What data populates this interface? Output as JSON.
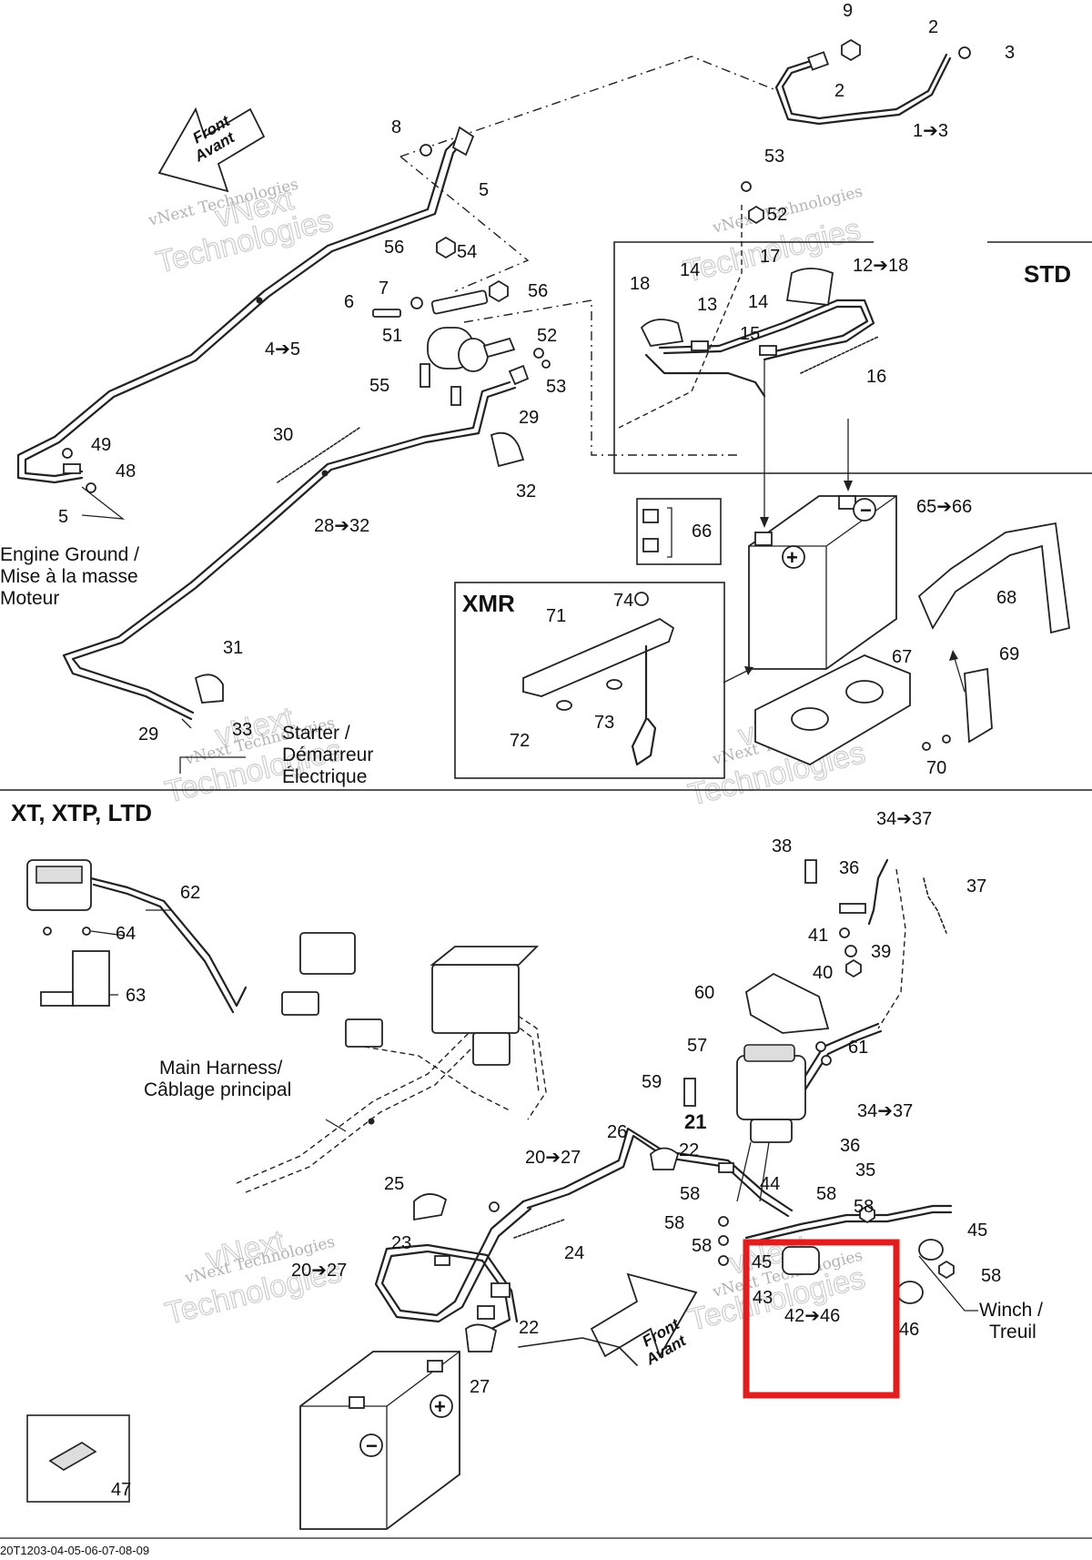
{
  "sections": {
    "std": "STD",
    "xmr": "XMR",
    "xt": "XT, XTP, LTD"
  },
  "front_arrow": {
    "line1": "Front",
    "line2": "Avant"
  },
  "notes": {
    "engine_ground": [
      "Engine Ground /",
      "Mise à la masse",
      "Moteur"
    ],
    "starter": [
      "Starter /",
      "Démarreur",
      "Électrique"
    ],
    "main_harness": [
      "Main Harness/",
      "Câblage principal"
    ],
    "winch": [
      "Winch /",
      "Treuil"
    ]
  },
  "watermark": {
    "small": "vNext Technologies",
    "large_1": "vNext",
    "large_2": "Technologies"
  },
  "footer_code": "20T1203-04-05-06-07-08-09",
  "callouts": {
    "c1": "9",
    "c2": "2",
    "c3": "3",
    "c4": "2",
    "c5": "1➔3",
    "c6": "8",
    "c7": "5",
    "c8": "53",
    "c9": "52",
    "c10": "56",
    "c11": "54",
    "c12": "7",
    "c13": "6",
    "c14": "56",
    "c15": "51",
    "c16": "52",
    "c17": "53",
    "c18": "55",
    "c19": "29",
    "c20": "4➔5",
    "c21": "17",
    "c22": "12➔18",
    "c23": "18",
    "c24": "14",
    "c25": "13",
    "c26": "14",
    "c27": "15",
    "c28": "16",
    "c29": "30",
    "c30": "49",
    "c31": "48",
    "c32": "5",
    "c33": "32",
    "c34": "28➔32",
    "c35": "66",
    "c36": "65➔66",
    "c37": "74",
    "c38": "71",
    "c39": "68",
    "c40": "31",
    "c41": "67",
    "c42": "69",
    "c43": "33",
    "c44": "29",
    "c45": "72",
    "c46": "73",
    "c47": "70",
    "c48": "34➔37",
    "c49": "38",
    "c50": "36",
    "c51": "37",
    "c52": "62",
    "c53": "64",
    "c54": "41",
    "c55": "39",
    "c56": "40",
    "c57": "63",
    "c58": "60",
    "c59": "57",
    "c60": "61",
    "c61": "59",
    "c62": "34➔37",
    "c63": "26",
    "c64": "21",
    "c65": "36",
    "c66": "22",
    "c67": "35",
    "c68": "20➔27",
    "c69": "25",
    "c70": "58",
    "c71": "44",
    "c72": "58",
    "c73": "58",
    "c74": "58",
    "c75": "45",
    "c76": "58",
    "c77": "24",
    "c78": "45",
    "c79": "58",
    "c80": "23",
    "c81": "43",
    "c82": "20➔27",
    "c83": "42➔46",
    "c84": "46",
    "c85": "22",
    "c86": "27",
    "c87": "47"
  }
}
